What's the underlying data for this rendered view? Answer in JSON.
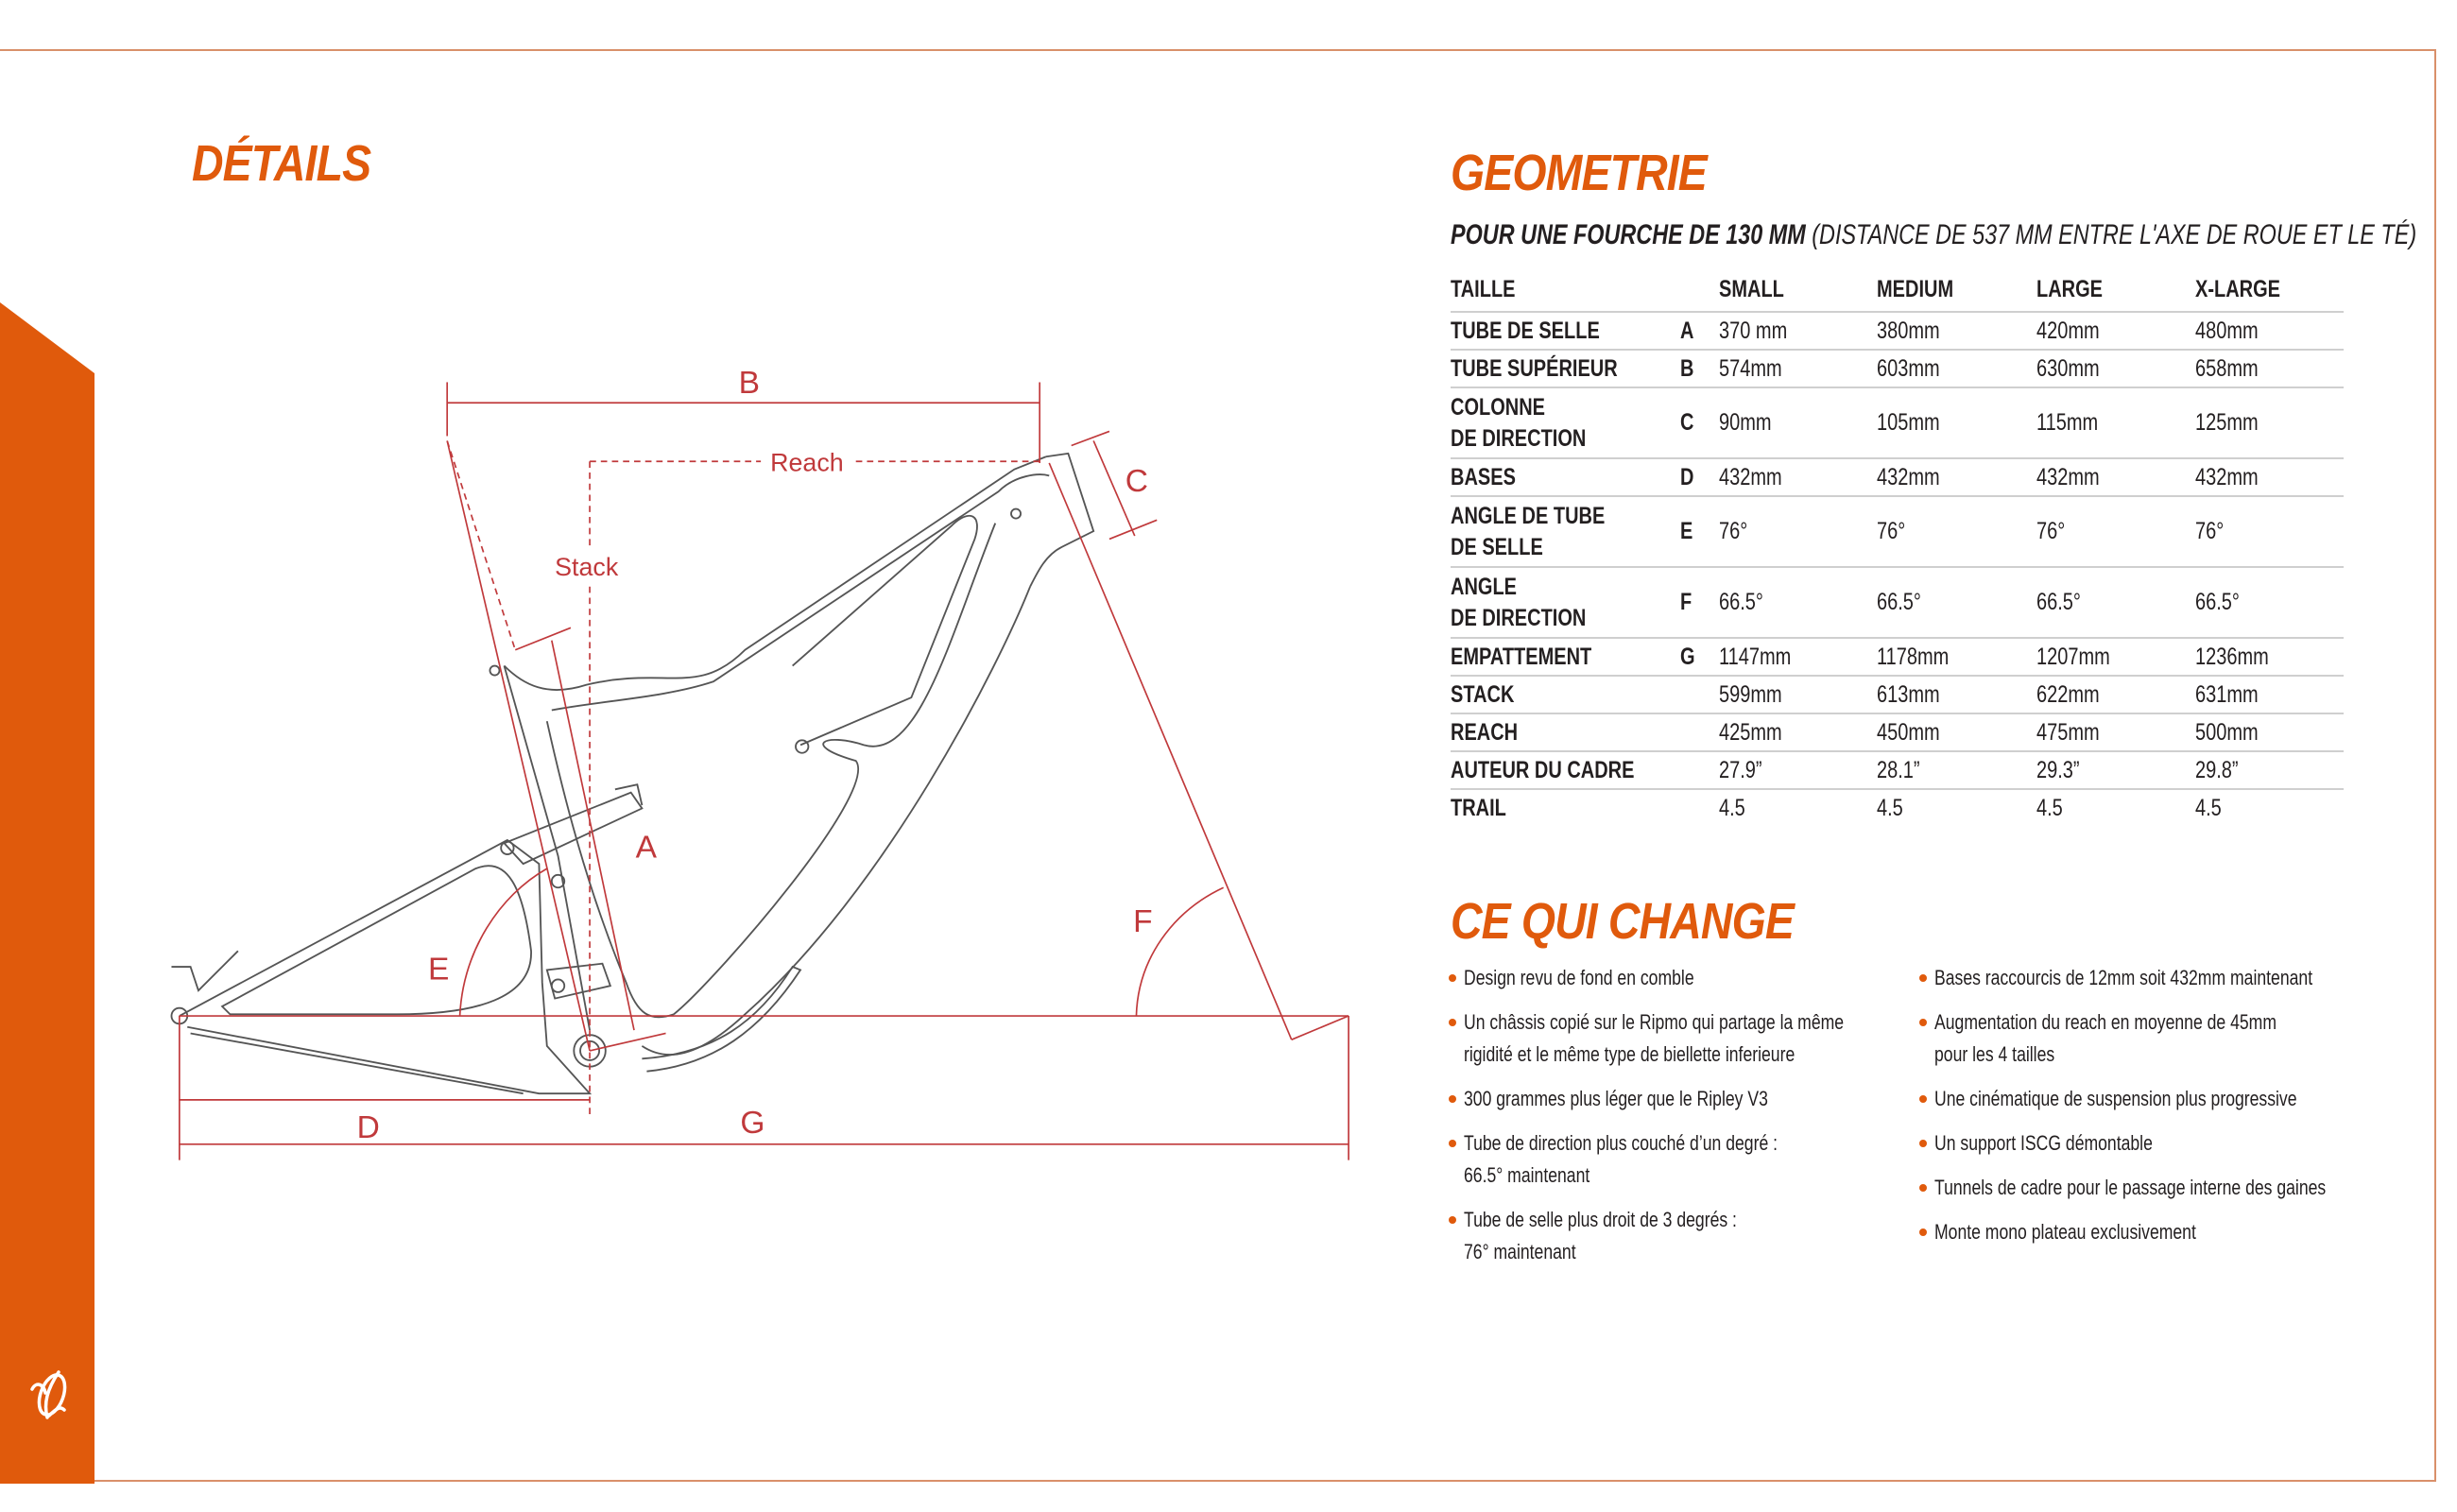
{
  "details": {
    "title": "DÉTAILS"
  },
  "diagram": {
    "labels": {
      "a": "A",
      "b": "B",
      "c": "C",
      "d": "D",
      "e": "E",
      "f": "F",
      "g": "G",
      "reach": "Reach",
      "stack": "Stack"
    },
    "colors": {
      "dimension": "#c0393b",
      "frame": "#555555"
    }
  },
  "geometry": {
    "title": "GEOMETRIE",
    "subtitle_bold": "POUR UNE FOURCHE DE 130 MM",
    "subtitle_rest": " (DISTANCE DE 537 MM ENTRE L'AXE DE ROUE ET LE TÉ)",
    "header": {
      "label": "TAILLE",
      "sizes": [
        "SMALL",
        "MEDIUM",
        "LARGE",
        "X-LARGE"
      ]
    },
    "rows": [
      {
        "label": [
          "TUBE DE SELLE"
        ],
        "letter": "A",
        "values": [
          "370 mm",
          "380mm",
          "420mm",
          "480mm"
        ]
      },
      {
        "label": [
          "TUBE SUPÉRIEUR"
        ],
        "letter": "B",
        "values": [
          "574mm",
          "603mm",
          "630mm",
          "658mm"
        ]
      },
      {
        "label": [
          "COLONNE",
          "DE DIRECTION"
        ],
        "letter": "C",
        "values": [
          "90mm",
          "105mm",
          "115mm",
          "125mm"
        ]
      },
      {
        "label": [
          "BASES"
        ],
        "letter": "D",
        "values": [
          "432mm",
          "432mm",
          "432mm",
          "432mm"
        ]
      },
      {
        "label": [
          "ANGLE DE TUBE",
          "DE SELLE"
        ],
        "letter": "E",
        "values": [
          "76°",
          "76°",
          "76°",
          "76°"
        ]
      },
      {
        "label": [
          "ANGLE",
          "DE DIRECTION"
        ],
        "letter": "F",
        "values": [
          "66.5°",
          "66.5°",
          "66.5°",
          "66.5°"
        ]
      },
      {
        "label": [
          "EMPATTEMENT"
        ],
        "letter": "G",
        "values": [
          "1147mm",
          "1178mm",
          "1207mm",
          "1236mm"
        ]
      },
      {
        "label": [
          "STACK"
        ],
        "letter": "",
        "values": [
          "599mm",
          "613mm",
          "622mm",
          "631mm"
        ]
      },
      {
        "label": [
          "REACH"
        ],
        "letter": "",
        "values": [
          "425mm",
          "450mm",
          "475mm",
          "500mm"
        ]
      },
      {
        "label": [
          "AUTEUR DU CADRE"
        ],
        "letter": "",
        "values": [
          "27.9”",
          "28.1”",
          "29.3”",
          "29.8”"
        ]
      },
      {
        "label": [
          "TRAIL"
        ],
        "letter": "",
        "values": [
          "4.5",
          "4.5",
          "4.5",
          "4.5"
        ]
      }
    ]
  },
  "changes": {
    "title": "CE QUI CHANGE",
    "left": [
      [
        "Design revu de fond en comble"
      ],
      [
        "Un châssis copié sur le Ripmo qui partage la même",
        "rigidité et le même type de biellette inferieure"
      ],
      [
        "300 grammes plus léger que le Ripley V3"
      ],
      [
        "Tube de direction plus couché d’un degré :",
        "66.5° maintenant"
      ],
      [
        "Tube de selle plus droit de 3 degrés :",
        "76° maintenant"
      ]
    ],
    "right": [
      [
        "Bases raccourcis de 12mm soit 432mm maintenant"
      ],
      [
        "Augmentation du reach en moyenne de 45mm",
        "pour les 4 tailles"
      ],
      [
        "Une cinématique de suspension plus progressive"
      ],
      [
        "Un support ISCG démontable"
      ],
      [
        "Tunnels de cadre pour le passage interne des gaines"
      ],
      [
        "Monte mono plateau exclusivement"
      ]
    ]
  },
  "brand": {
    "accent": "#e05a0c",
    "logo_icon": "ibis-logo-icon"
  }
}
